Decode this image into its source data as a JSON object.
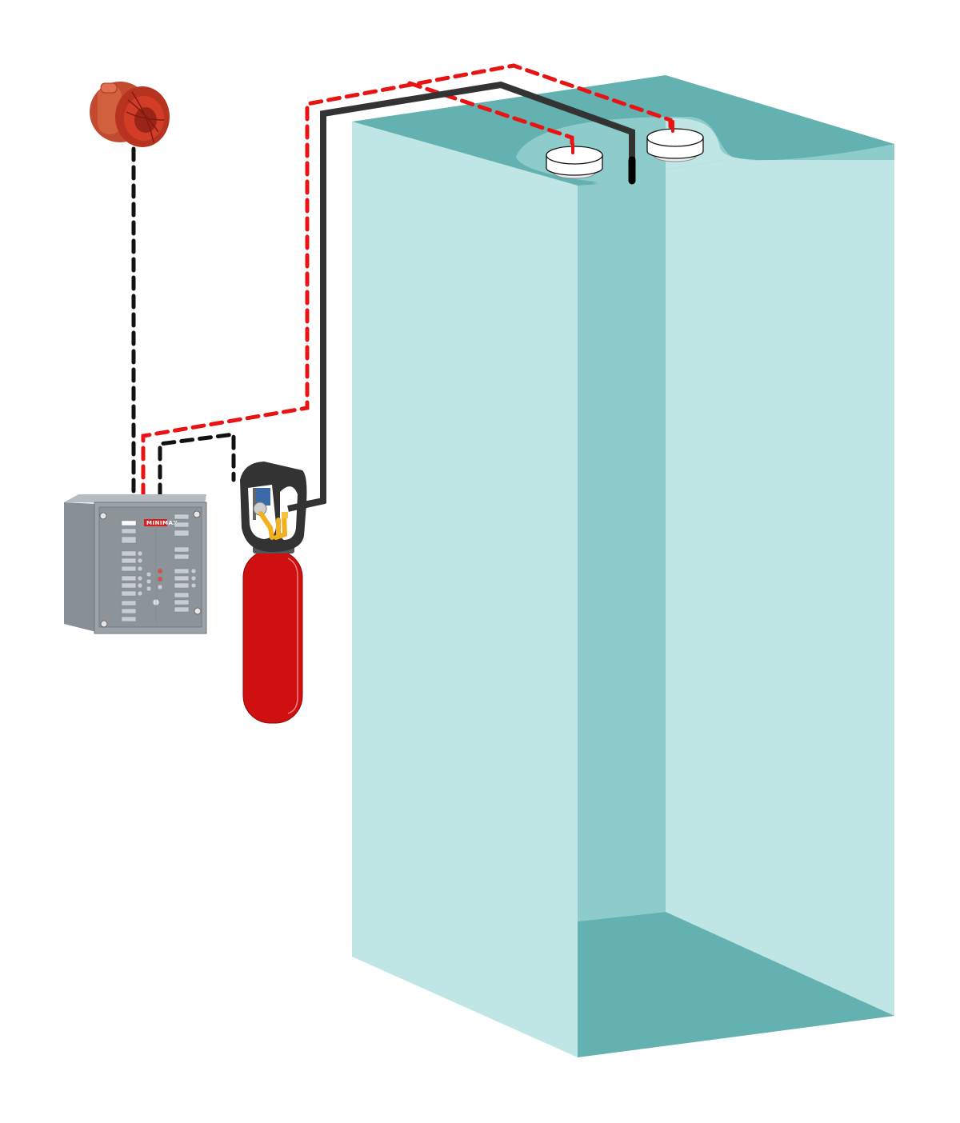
{
  "diagram": {
    "type": "fire-suppression-system-schematic",
    "components": {
      "alarm_beacon": {
        "label": "alarm-beacon",
        "color": "#c8462f"
      },
      "control_panel": {
        "label": "control-panel",
        "brand": "MINIMAX",
        "brand_color": "#d42020",
        "body_color": "#8e959b",
        "face_color": "#9aa1a7"
      },
      "extinguisher_cylinder": {
        "label": "extinguishing-agent-cylinder",
        "color": "#d01010",
        "valve_color": "#333333",
        "fitting_color": "#f2b01e"
      },
      "detectors": [
        {
          "label": "smoke-detector-1"
        },
        {
          "label": "smoke-detector-2"
        }
      ],
      "discharge_pipe": {
        "label": "discharge-pipe",
        "color": "#333333"
      },
      "protected_enclosure": {
        "label": "protected-cabinet",
        "colors": {
          "top": "#63b1b1",
          "face_light": "#bfe6e4",
          "face_mid": "#8ecbcb",
          "floor": "#63b1b1"
        }
      }
    },
    "lines": {
      "detection_line": {
        "style": "dashed",
        "color": "#e81414"
      },
      "signal_line": {
        "style": "dashed",
        "color": "#111111"
      },
      "pipe": {
        "style": "solid",
        "color": "#333333"
      }
    }
  }
}
